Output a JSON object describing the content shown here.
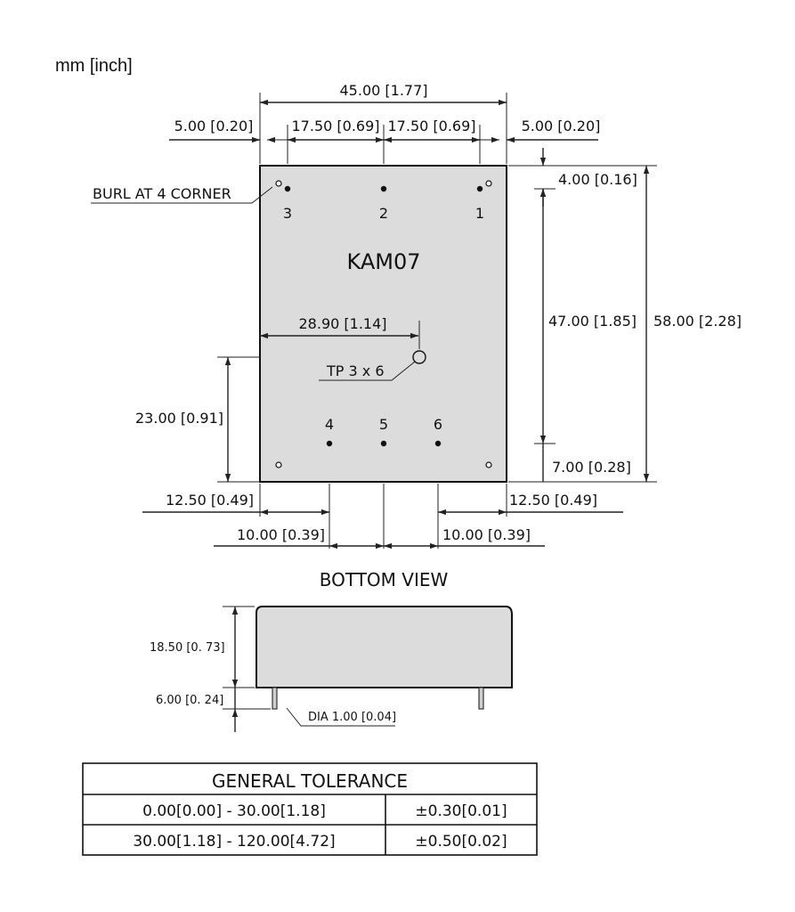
{
  "units_label": "mm [inch]",
  "model": "KAM07",
  "dimensions": {
    "overall_width": "45.00 [1.77]",
    "edge_left": "5.00 [0.20]",
    "pin_pitch_left": "17.50 [0.69]",
    "pin_pitch_right": "17.50 [0.69]",
    "edge_right": "5.00 [0.20]",
    "top_offset": "4.00 [0.16]",
    "pin_row_spacing": "47.00 [1.85]",
    "overall_height": "58.00 [2.28]",
    "bottom_offset": "7.00 [0.28]",
    "tp_horizontal": "28.90 [1.14]",
    "tp_vertical": "23.00 [0.91]",
    "bottom_edge_left": "12.50 [0.49]",
    "bottom_edge_right": "12.50 [0.49]",
    "bottom_pitch_left": "10.00 [0.39]",
    "bottom_pitch_right": "10.00 [0.39]",
    "body_height": "18.50 [0. 73]",
    "pin_length": "6.00 [0. 24]",
    "pin_diameter": "DIA 1.00 [0.04]"
  },
  "labels": {
    "burl": "BURL AT 4 CORNER",
    "test_point": "TP 3 x 6",
    "bottom_view": "BOTTOM VIEW"
  },
  "pins_top": [
    "3",
    "2",
    "1"
  ],
  "pins_bottom": [
    "4",
    "5",
    "6"
  ],
  "tolerance_table": {
    "header": "GENERAL TOLERANCE",
    "rows": [
      {
        "range": "0.00[0.00] - 30.00[1.18]",
        "tolerance": "±0.30[0.01]"
      },
      {
        "range": "30.00[1.18] - 120.00[4.72]",
        "tolerance": "±0.50[0.02]"
      }
    ]
  }
}
